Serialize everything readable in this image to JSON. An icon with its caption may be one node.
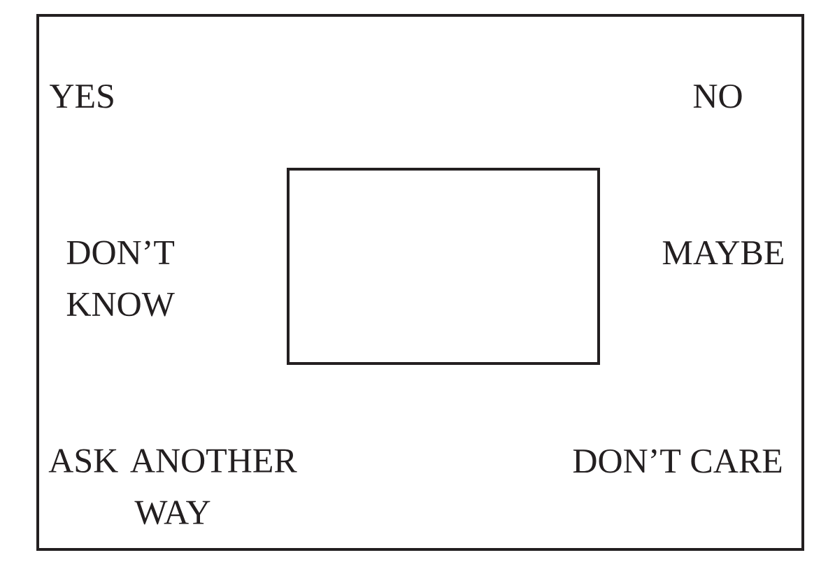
{
  "diagram": {
    "nodes": [
      {
        "text": [
          "YES",
          "NO",
          "DON’T KNOW",
          "MAYBE",
          "ASK ANOTHER WAY",
          "DON’T CARE"
        ]
      },
      {
        "text": [],
        "shape": "box",
        "in": 0
      }
    ]
  }
}
